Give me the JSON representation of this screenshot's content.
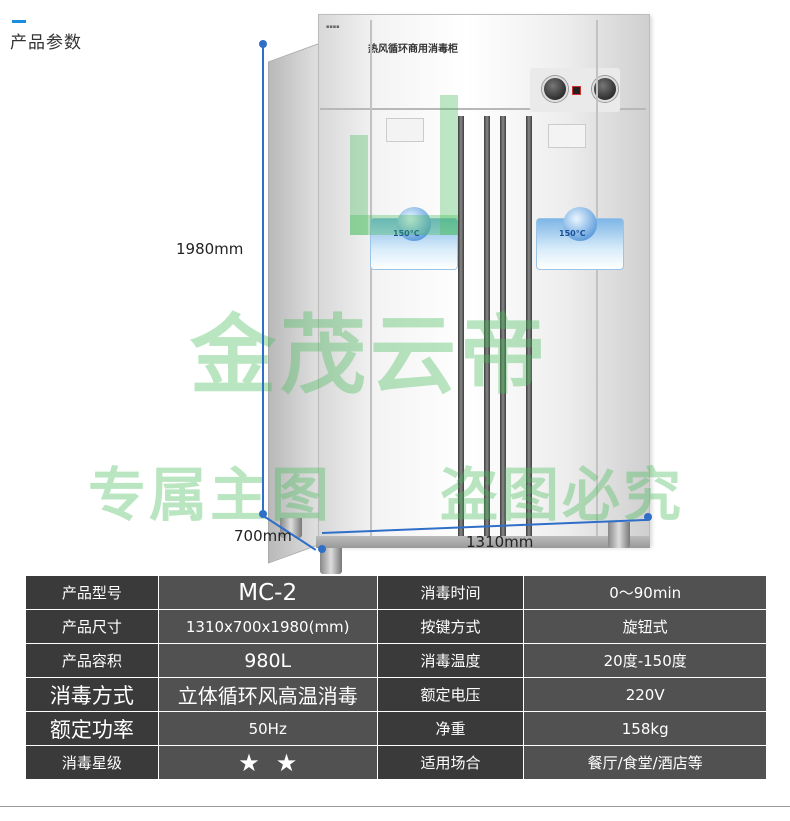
{
  "header": {
    "title": "产品参数",
    "accent_color": "#1a8de0"
  },
  "product_image": {
    "cabinet_label": "热风循环商用消毒柜",
    "watermark_line1": "金茂云帝",
    "watermark_line2a": "专属主图",
    "watermark_line2b": "盗图必究"
  },
  "dimensions": {
    "height": "1980mm",
    "depth": "700mm",
    "width": "1310mm",
    "line_color": "#2f6fc8"
  },
  "specs": {
    "rows": [
      {
        "l1": "产品型号",
        "v1": "MC-2",
        "l2": "消毒时间",
        "v2": "0～90min"
      },
      {
        "l1": "产品尺寸",
        "v1": "1310x700x1980(mm)",
        "l2": "按键方式",
        "v2": "旋钮式"
      },
      {
        "l1": "产品容积",
        "v1": "980L",
        "l2": "消毒温度",
        "v2": "20度-150度"
      },
      {
        "l1": "消毒方式",
        "v1": "立体循环风高温消毒",
        "l2": "额定电压",
        "v2": "220V"
      },
      {
        "l1": "额定功率",
        "v1": "50Hz",
        "l2": "净重",
        "v2": "158kg"
      },
      {
        "l1": "消毒星级",
        "v1_rating": 2,
        "l2": "适用场合",
        "v2": "餐厅/食堂/酒店等"
      }
    ],
    "label_bg": "#3a3a3a",
    "value_bg": "#515151"
  }
}
